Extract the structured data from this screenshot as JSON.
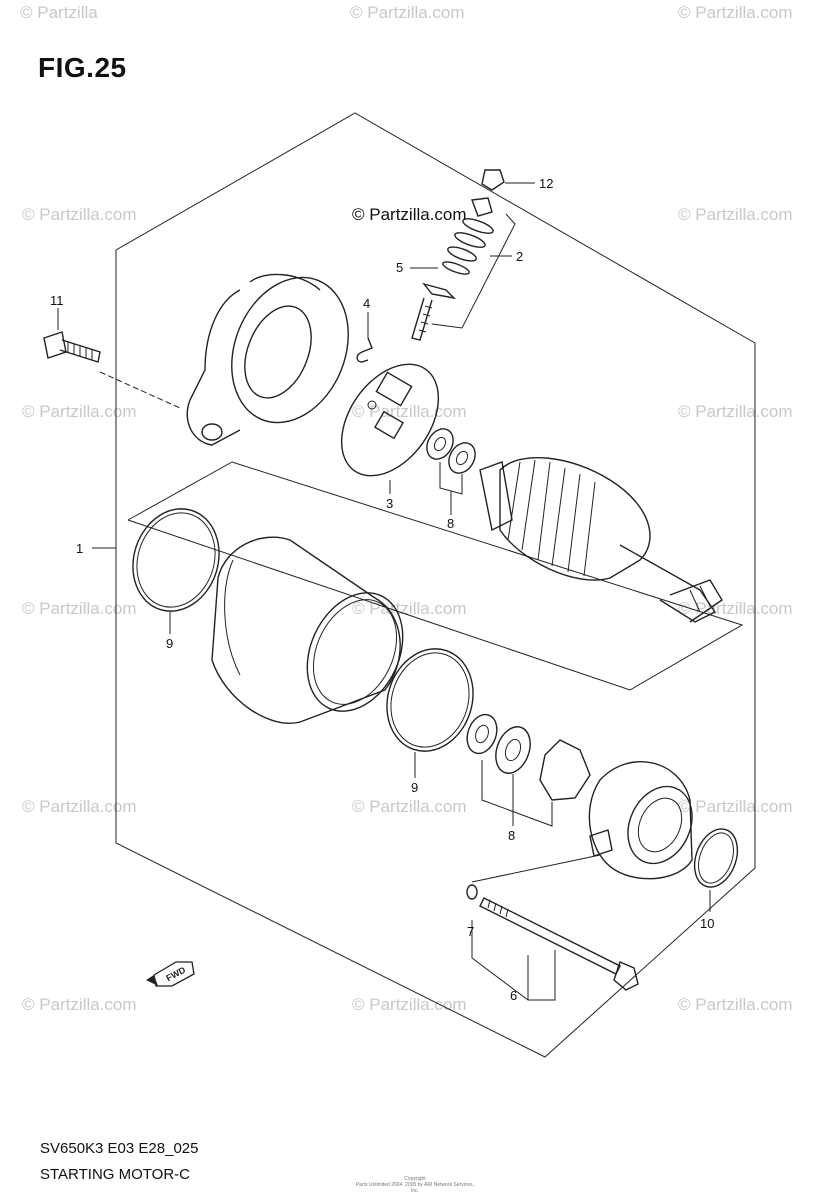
{
  "figure_title": "FIG.25",
  "footer": {
    "model_code": "SV650K3 E03 E28_025",
    "diagram_name": "STARTING MOTOR-C",
    "copyright_line1": "Copyright",
    "copyright_line2": "Parts Unlimited 2004. 2005 by ARI Network Services, Inc."
  },
  "watermark": {
    "text": "© Partzilla.com",
    "short_text": "© Partzilla"
  },
  "callouts": {
    "c1": "1",
    "c2": "2",
    "c3": "3",
    "c4": "4",
    "c5": "5",
    "c6": "6",
    "c7": "7",
    "c8a": "8",
    "c8b": "8",
    "c9a": "9",
    "c9b": "9",
    "c10": "10",
    "c11": "11",
    "c12": "12"
  },
  "fwd_label": "FWD"
}
